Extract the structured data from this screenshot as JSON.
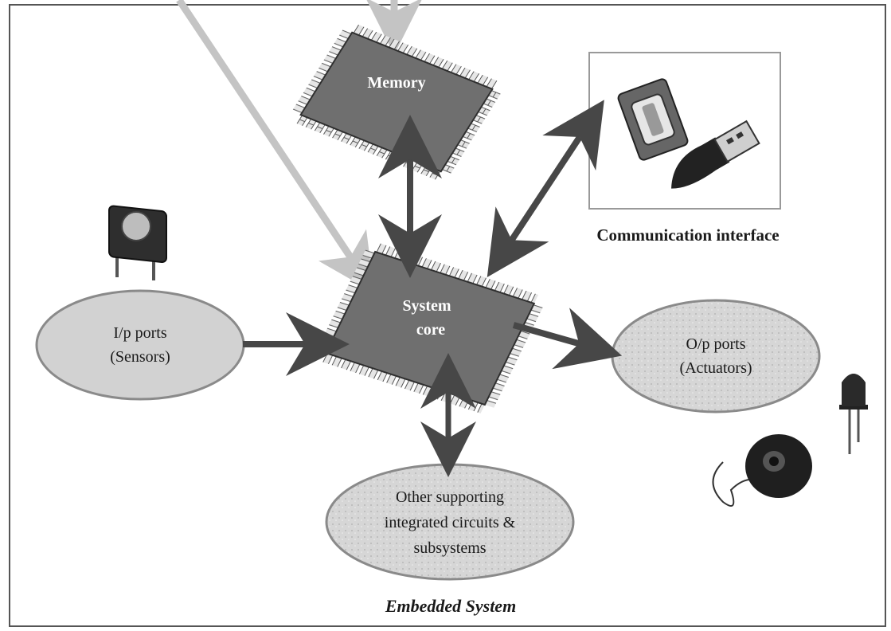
{
  "diagram": {
    "caption": "Embedded System",
    "memory_label": "Memory",
    "core_label_line1": "System",
    "core_label_line2": "core",
    "comm_label": "Communication interface",
    "input_label_line1": "I/p ports",
    "input_label_line2": "(Sensors)",
    "output_label_line1": "O/p ports",
    "output_label_line2": "(Actuators)",
    "other_label_line1": "Other supporting",
    "other_label_line2": "integrated circuits &",
    "other_label_line3": "subsystems"
  },
  "colors": {
    "chip": "#6f6f6f",
    "chip_dark": "#3a3a3a",
    "pins": "#d9d9d9",
    "arrow": "#474747",
    "light_arrow": "#c4c4c4",
    "ellipse_fill": "#cfcfcf",
    "ellipse_stroke": "#8a8a8a",
    "text_dark": "#1a1a1a",
    "text_light": "#ffffff"
  },
  "icons": [
    "push-button-sensor-icon",
    "serial-connector-icon",
    "usb-plug-icon",
    "led-icon",
    "buzzer-icon"
  ]
}
